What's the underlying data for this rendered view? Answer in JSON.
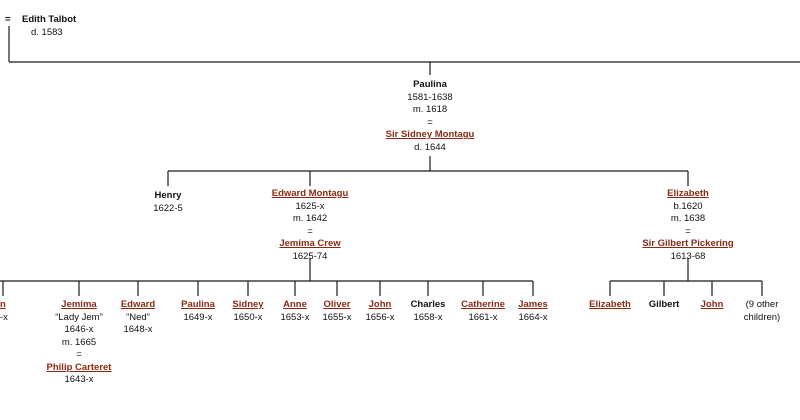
{
  "edith": {
    "eq": "=",
    "name": "Edith Talbot",
    "line1": "d. 1583"
  },
  "paulina_mother": {
    "name": "Paulina",
    "line1": "1581-1638",
    "line2": "m. 1618",
    "eq": "=",
    "spouse": "Sir Sidney Montagu",
    "spouse_line": "d. 1644"
  },
  "henry": {
    "name": "Henry",
    "line1": "1622-5"
  },
  "edward_montagu": {
    "name": "Edward Montagu",
    "line1": "1625-x",
    "line2": "m. 1642",
    "eq": "=",
    "spouse": "Jemima Crew",
    "spouse_line": "1625-74"
  },
  "elizabeth_elder": {
    "name": "Elizabeth",
    "line1": "b.1620",
    "line2": "m. 1638",
    "eq": "=",
    "spouse": "Sir Gilbert Pickering",
    "spouse_line": "1613-68"
  },
  "grandchildren_montagu": {
    "left_edge_name": "n",
    "left_edge_line": "-x",
    "jemima": {
      "name": "Jemima",
      "line1": "“Lady Jem”",
      "line2": "1646-x",
      "line3": "m. 1665",
      "eq": "=",
      "spouse": "Philip Carteret",
      "spouse_line": "1643-x"
    },
    "edward": {
      "name": "Edward",
      "line1": "“Ned”",
      "line2": "1648-x"
    },
    "paulina": {
      "name": "Paulina",
      "line1": "1649-x"
    },
    "sidney": {
      "name": "Sidney",
      "line1": "1650-x"
    },
    "anne": {
      "name": "Anne",
      "line1": "1653-x"
    },
    "oliver": {
      "name": "Oliver",
      "line1": "1655-x"
    },
    "john": {
      "name": "John",
      "line1": "1656-x"
    },
    "charles": {
      "name": "Charles",
      "line1": "1658-x"
    },
    "catherine": {
      "name": "Catherine",
      "line1": "1661-x"
    },
    "james": {
      "name": "James",
      "line1": "1664-x"
    }
  },
  "grandchildren_pickering": {
    "elizabeth": {
      "name": "Elizabeth"
    },
    "gilbert": {
      "name": "Gilbert"
    },
    "john": {
      "name": "John"
    },
    "others": {
      "line1": "(9 other",
      "line2": "children)"
    }
  },
  "colors": {
    "link": "#8a2a12",
    "line": "#1a1a1a",
    "text": "#111111"
  }
}
